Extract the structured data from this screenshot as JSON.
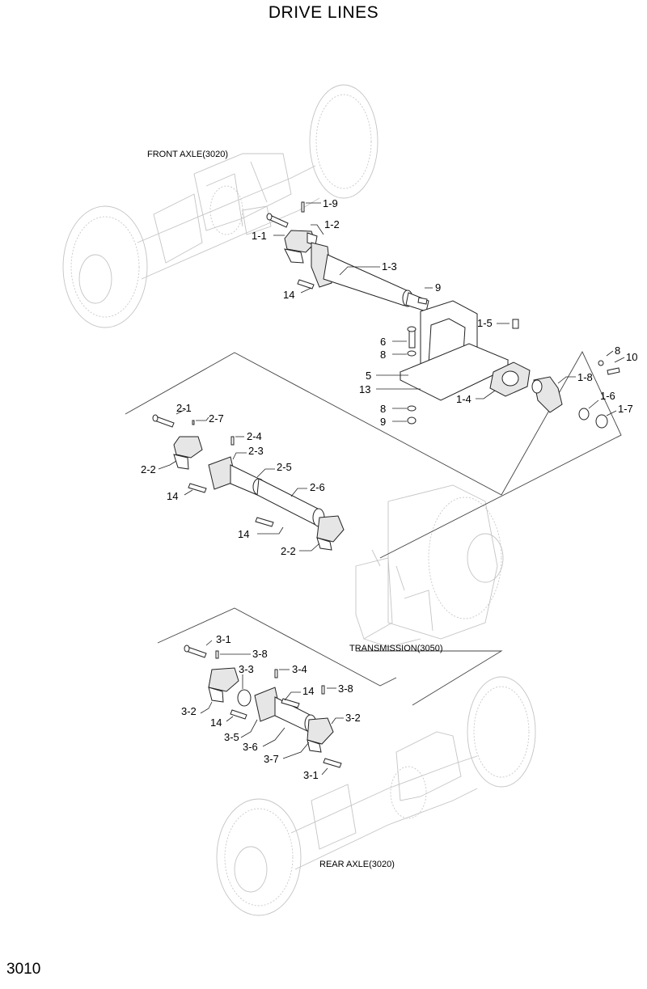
{
  "header": {
    "title": "DRIVE LINES"
  },
  "footer": {
    "page_number": "3010"
  },
  "assemblies": {
    "front_axle": "FRONT AXLE(3020)",
    "transmission": "TRANSMISSION(3050)",
    "rear_axle": "REAR AXLE(3020)"
  },
  "callouts": {
    "c_1_1": "1-1",
    "c_1_2": "1-2",
    "c_1_3": "1-3",
    "c_1_4": "1-4",
    "c_1_5": "1-5",
    "c_1_6": "1-6",
    "c_1_7": "1-7",
    "c_1_8": "1-8",
    "c_1_9": "1-9",
    "c_2_1": "2-1",
    "c_2_2a": "2-2",
    "c_2_2b": "2-2",
    "c_2_3": "2-3",
    "c_2_4": "2-4",
    "c_2_5": "2-5",
    "c_2_6": "2-6",
    "c_2_7": "2-7",
    "c_3_1a": "3-1",
    "c_3_1b": "3-1",
    "c_3_2a": "3-2",
    "c_3_2b": "3-2",
    "c_3_3": "3-3",
    "c_3_4": "3-4",
    "c_3_5": "3-5",
    "c_3_6": "3-6",
    "c_3_7": "3-7",
    "c_3_8a": "3-8",
    "c_3_8b": "3-8",
    "c_5": "5",
    "c_6": "6",
    "c_8a": "8",
    "c_8b": "8",
    "c_8c": "8",
    "c_9a": "9",
    "c_9b": "9",
    "c_10": "10",
    "c_13": "13",
    "c_14a": "14",
    "c_14b": "14",
    "c_14c": "14",
    "c_14d": "14",
    "c_14e": "14"
  }
}
